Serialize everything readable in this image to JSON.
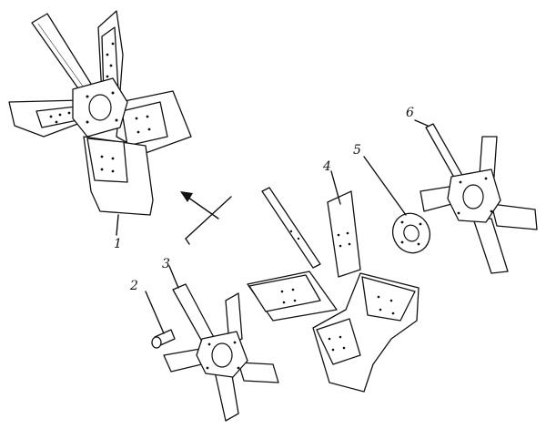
{
  "figure": {
    "callouts": [
      {
        "id": "part-1",
        "text": "1"
      },
      {
        "id": "part-2",
        "text": "2"
      },
      {
        "id": "part-3",
        "text": "3"
      },
      {
        "id": "part-4",
        "text": "4"
      },
      {
        "id": "part-5",
        "text": "5"
      },
      {
        "id": "part-6",
        "text": "6"
      }
    ]
  }
}
